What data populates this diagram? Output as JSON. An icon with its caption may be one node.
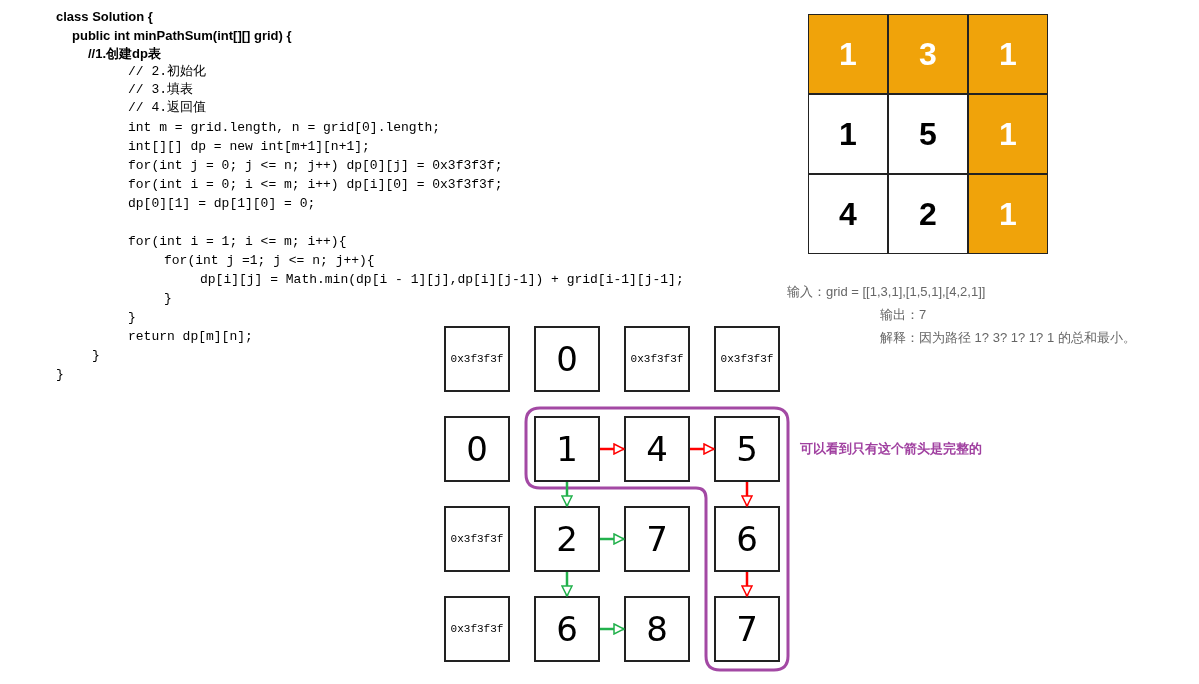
{
  "diagram": {
    "nodes": [
      {
        "text": [
          "0x3f3f3f"
        ]
      },
      {
        "text": [
          "0"
        ]
      },
      {
        "text": [
          "0x3f3f3f"
        ]
      },
      {
        "text": [
          "0x3f3f3f"
        ]
      },
      {
        "text": [
          "0"
        ]
      },
      {
        "text": [
          "1"
        ]
      },
      {
        "text": [
          "4"
        ]
      },
      {
        "text": [
          "5"
        ]
      },
      {
        "text": [
          "0x3f3f3f"
        ]
      },
      {
        "text": [
          "2"
        ]
      },
      {
        "text": [
          "7"
        ]
      },
      {
        "text": [
          "6"
        ]
      },
      {
        "text": [
          "0x3f3f3f"
        ]
      },
      {
        "text": [
          "6"
        ]
      },
      {
        "text": [
          "8"
        ]
      },
      {
        "text": [
          "7"
        ]
      }
    ],
    "edges": [
      {
        "from": 5,
        "to": 6,
        "arrow": "to",
        "color": "#ff0000"
      },
      {
        "from": 6,
        "to": 7,
        "arrow": "to",
        "color": "#ff0000"
      },
      {
        "from": 7,
        "to": 11,
        "arrow": "to",
        "color": "#ff0000"
      },
      {
        "from": 11,
        "to": 15,
        "arrow": "to",
        "color": "#ff0000"
      },
      {
        "from": 5,
        "to": 9,
        "arrow": "to",
        "color": "#22b14c"
      },
      {
        "from": 9,
        "to": 10,
        "arrow": "to",
        "color": "#22b14c"
      },
      {
        "from": 9,
        "to": 13,
        "arrow": "to",
        "color": "#22b14c"
      },
      {
        "from": 13,
        "to": 14,
        "arrow": "to",
        "color": "#22b14c"
      }
    ],
    "labels": [
      "class Solution {",
      "public int minPathSum(int[][] grid) {",
      "//1.创建dp表",
      "// 2.初始化",
      "// 3.填表",
      "// 4.返回值",
      "int m = grid.length, n = grid[0].length;",
      "int[][] dp = new int[m+1][n+1];",
      "for(int j = 0; j <= n; j++) dp[0][j] = 0x3f3f3f;",
      "for(int i = 0; i <= m; i++) dp[i][0] = 0x3f3f3f;",
      "dp[0][1] = dp[1][0] = 0;",
      "for(int i = 1; i <= m; i++){",
      "for(int j =1; j <= n; j++){",
      "dp[i][j] = Math.min(dp[i - 1][j],dp[i][j-1]) + grid[i-1][j-1];",
      "}",
      "}",
      "return dp[m][n];",
      "}",
      "}",
      "1",
      "3",
      "1",
      "1",
      "5",
      "1",
      "4",
      "2",
      "1",
      "输入：grid = [[1,3,1],[1,5,1],[4,2,1]]",
      "输出：7",
      "解释：因为路径 1? 3? 1? 1? 1 的总和最小。",
      "可以看到只有这个箭头是完整的"
    ]
  }
}
